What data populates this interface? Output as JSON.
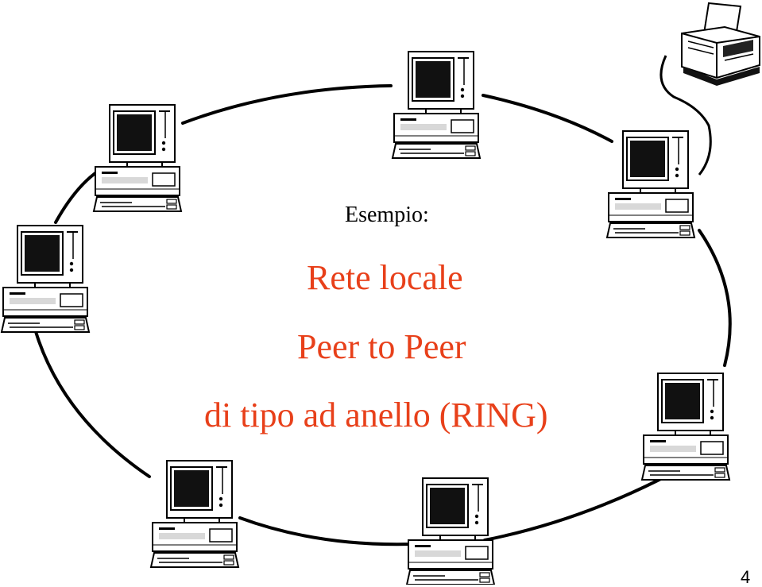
{
  "slide": {
    "subtitle": "Esempio:",
    "title_lines": [
      "Rete locale",
      "Peer to Peer",
      "di tipo ad anello (RING)"
    ],
    "page_number": "4"
  },
  "colors": {
    "title": "#e8401a",
    "ring": "#000000",
    "screen": "#1a1a1a"
  },
  "icons": {
    "node": "desktop-computer-icon",
    "printer": "printer-icon"
  }
}
